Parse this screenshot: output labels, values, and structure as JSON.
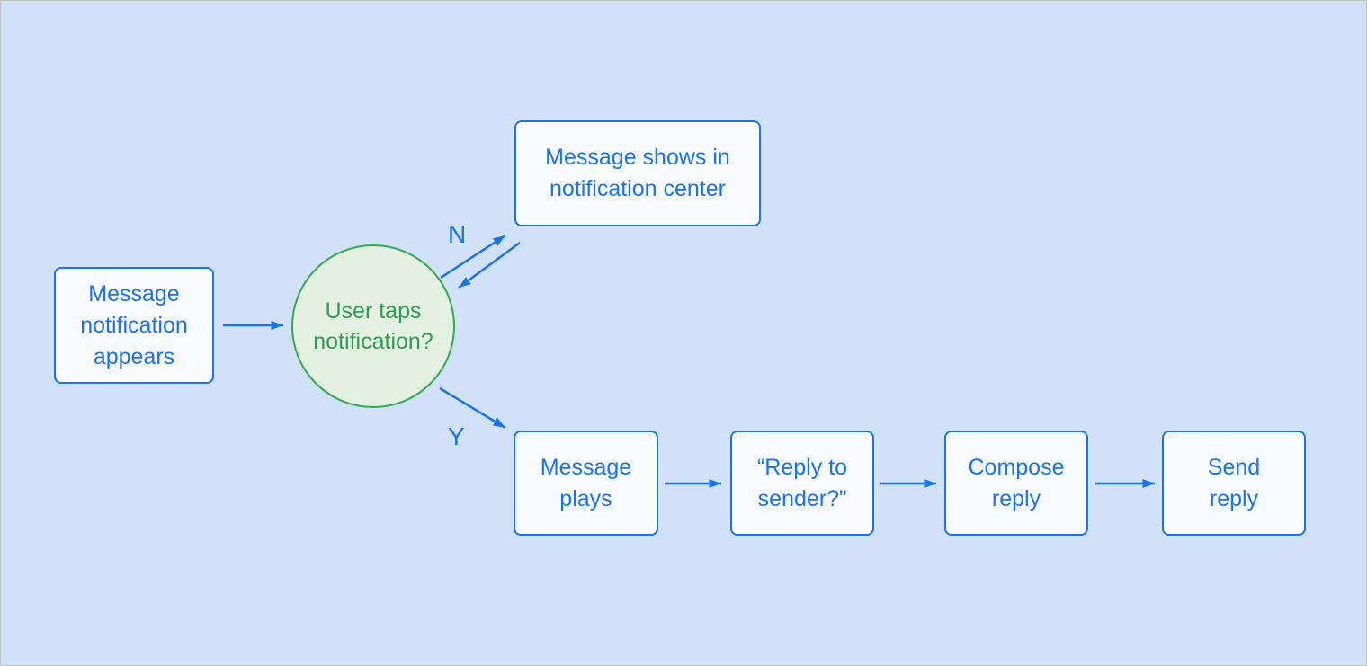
{
  "diagram": {
    "type": "flowchart",
    "colors": {
      "background": "#d1e1f9",
      "frame_border": "#c2c2c2",
      "node_fill": "#f7fafe",
      "node_border": "#1a73e8",
      "node_text": "#1a73e8",
      "decision_fill": "#e4f0e2",
      "decision_border": "#34a853",
      "decision_text": "#2e9b50",
      "arrow": "#1a73e8"
    },
    "nodes": {
      "start": {
        "label": "Message\nnotification\nappears",
        "shape": "rounded-rect"
      },
      "decision": {
        "label": "User taps\nnotification?",
        "shape": "circle"
      },
      "notification_center": {
        "label": "Message shows in\nnotification center",
        "shape": "rounded-rect"
      },
      "message_plays": {
        "label": "Message\nplays",
        "shape": "rounded-rect"
      },
      "reply_to_sender": {
        "label": "“Reply to\nsender?”",
        "shape": "rounded-rect"
      },
      "compose_reply": {
        "label": "Compose\nreply",
        "shape": "rounded-rect"
      },
      "send_reply": {
        "label": "Send\nreply",
        "shape": "rounded-rect"
      }
    },
    "edge_labels": {
      "no": "N",
      "yes": "Y"
    },
    "edges": [
      {
        "from": "start",
        "to": "decision",
        "label": ""
      },
      {
        "from": "decision",
        "to": "notification_center",
        "label": "N"
      },
      {
        "from": "notification_center",
        "to": "decision",
        "label": ""
      },
      {
        "from": "decision",
        "to": "message_plays",
        "label": "Y"
      },
      {
        "from": "message_plays",
        "to": "reply_to_sender",
        "label": ""
      },
      {
        "from": "reply_to_sender",
        "to": "compose_reply",
        "label": ""
      },
      {
        "from": "compose_reply",
        "to": "send_reply",
        "label": ""
      }
    ]
  }
}
